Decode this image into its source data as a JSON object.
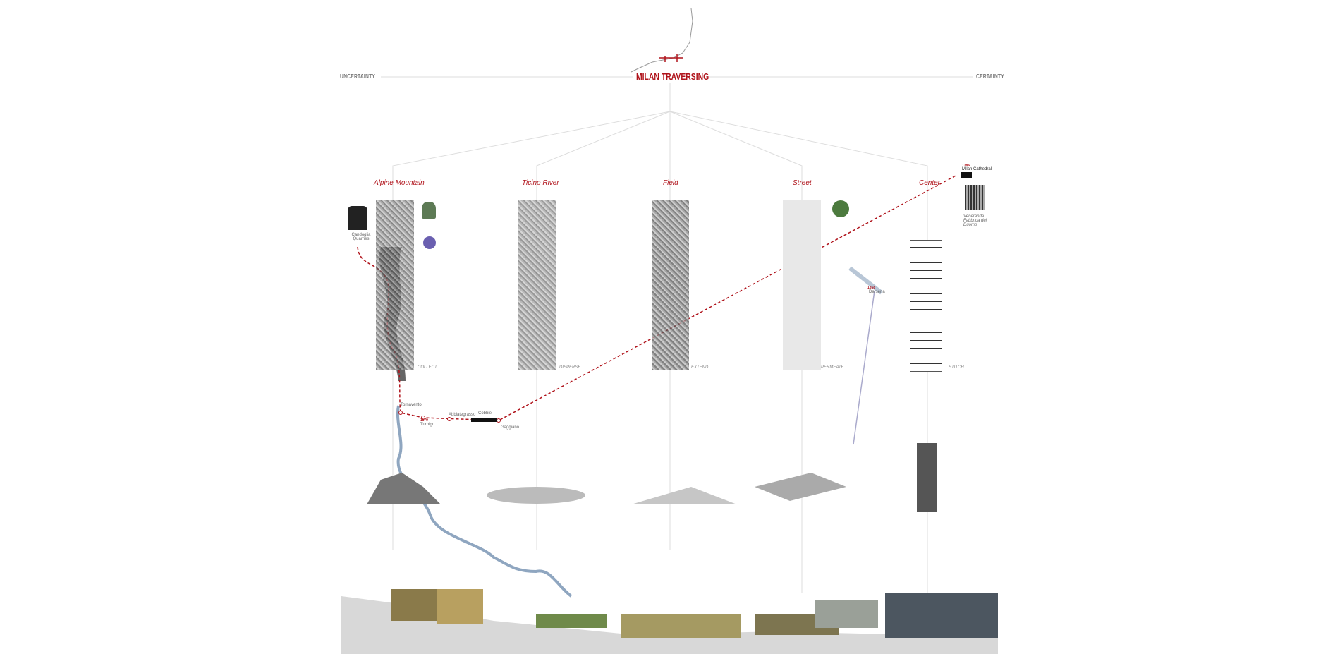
{
  "header": {
    "title": "MILAN TRAVERSING",
    "left_label": "UNCERTAINTY",
    "right_label": "CERTAINTY"
  },
  "columns": [
    {
      "label": "Alpine Mountain",
      "verb": "COLLECT"
    },
    {
      "label": "Ticino River",
      "verb": "DISPERSE"
    },
    {
      "label": "Field",
      "verb": "EXTEND"
    },
    {
      "label": "Street",
      "verb": "PERMEATE"
    },
    {
      "label": "Center",
      "verb": "STITCH"
    }
  ],
  "places": {
    "candoglia": "Candoglia Quarries",
    "cathedral_year": "1386",
    "cathedral": "Milan Cathedral",
    "fabbrica": "Veneranda Fabbrica del Duomo",
    "tornavento": "Tornavento",
    "turbigo_year": "1179",
    "turbigo": "Turbigo",
    "abbiategrasso": "Abbiategrasso",
    "cobbie": "Cobbie",
    "gaggiano": "Gaggiano",
    "darsena_year": "1358",
    "darsena": "Darsena"
  },
  "colors": {
    "accent": "#b0141c",
    "river": "#8fa6c0",
    "line": "#d8d8d8"
  }
}
